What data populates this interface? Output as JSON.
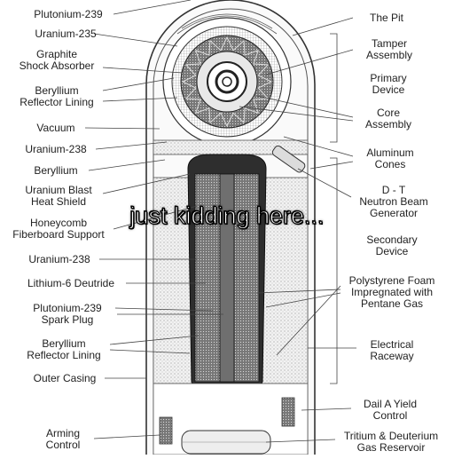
{
  "labels_left": [
    "Plutonium-239",
    "Uranium-235",
    "Graphite\nShock Absorber",
    "Beryllium\nReflector Lining",
    "Vacuum",
    "Uranium-238",
    "Beryllium",
    "Uranium Blast\nHeat Shield",
    "Honeycomb\nFiberboard Support",
    "Uranium-238",
    "Lithium-6 Deutride",
    "Plutonium-239\nSpark Plug",
    "Beryllium\nReflector Lining",
    "Outer Casing",
    "Arming\nControl"
  ],
  "labels_right": [
    "The Pit",
    "Tamper\nAssembly",
    "Primary\nDevice",
    "Core\nAssembly",
    "Aluminum\nCones",
    "D - T\nNeutron Beam\nGenerator",
    "Secondary\nDevice",
    "Polystyrene Foam\nImpregnated with\nPentane Gas",
    "Electrical\nRaceway",
    "Dail A Yield\nControl",
    "Tritium & Deuterium\nGas Reservoir"
  ],
  "overlay_caption": "just kidding here...",
  "colors": {
    "line": "#333333",
    "shell_fill": "#f4f4f4",
    "stipple": "#cfcfcf",
    "core_dark": "#444444"
  }
}
